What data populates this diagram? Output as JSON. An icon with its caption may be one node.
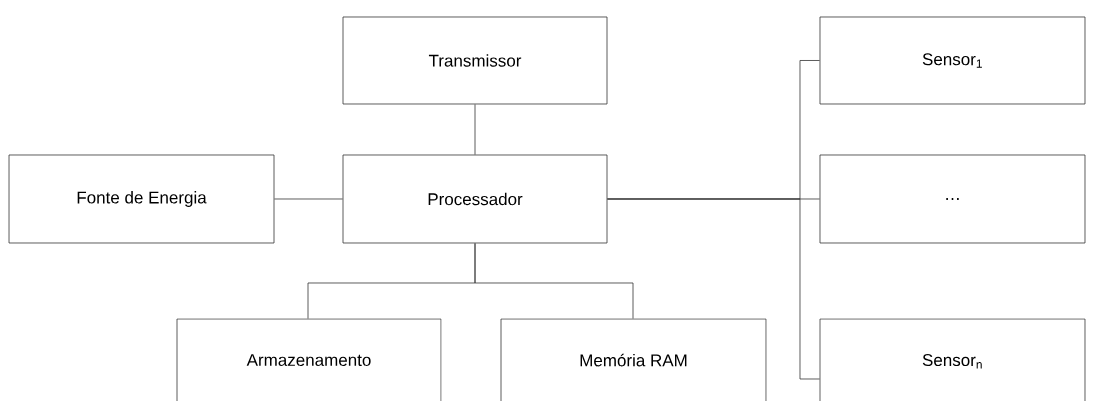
{
  "diagram": {
    "nodes": [
      {
        "text": [
          "Transmissor"
        ]
      },
      {
        "text": [
          "Sensor$_{1}$"
        ]
      },
      {
        "text": [
          "Fonte de Energia"
        ]
      },
      {
        "text": [
          "Processador"
        ]
      },
      {
        "text": [
          "…"
        ]
      },
      {
        "text": [
          "Armazenamento"
        ]
      },
      {
        "text": [
          "Memória RAM"
        ]
      },
      {
        "text": [
          "Sensor$_{n}$"
        ]
      }
    ],
    "edges": [
      {
        "from": 0,
        "to": 3,
        "arrow": "none"
      },
      {
        "from": 2,
        "to": 3,
        "arrow": "none"
      },
      {
        "from": 3,
        "to": 5,
        "arrow": "none"
      },
      {
        "from": 3,
        "to": 6,
        "arrow": "none"
      },
      {
        "from": 3,
        "to": 1,
        "arrow": "none"
      },
      {
        "from": 3,
        "to": 4,
        "arrow": "none"
      },
      {
        "from": 3,
        "to": 7,
        "arrow": "none"
      }
    ]
  }
}
